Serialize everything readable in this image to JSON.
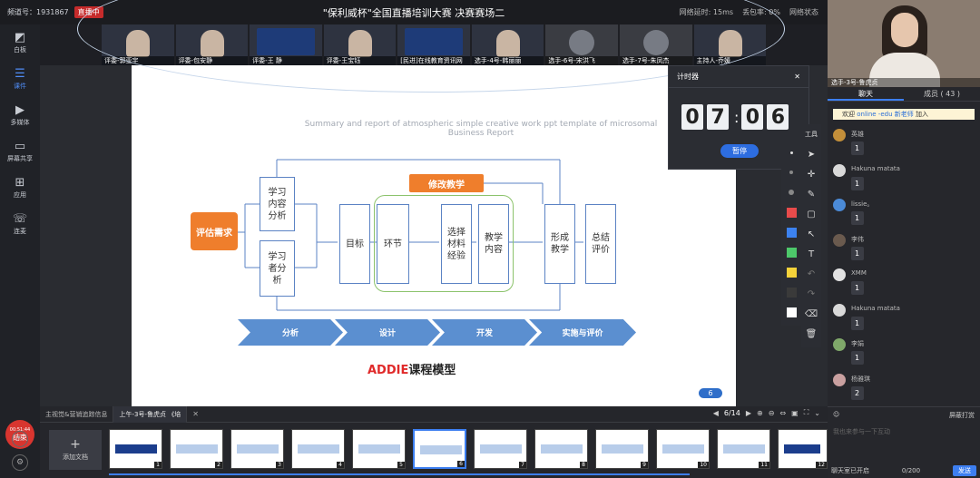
{
  "topbar": {
    "room_label": "频道号：1931867",
    "live_badge": "直播中",
    "title": "\"保利威杯\"全国直播培训大赛 决赛赛场二",
    "latency": "网络延时: 15ms",
    "packet_loss": "丢包率: 0%",
    "network_status": "网络状态"
  },
  "sidebar": {
    "items": [
      {
        "label": "白板",
        "icon": "whiteboard-icon"
      },
      {
        "label": "课件",
        "icon": "courseware-icon"
      },
      {
        "label": "多媒体",
        "icon": "media-icon"
      },
      {
        "label": "屏幕共享",
        "icon": "screen-share-icon"
      },
      {
        "label": "应用",
        "icon": "apps-icon"
      },
      {
        "label": "连麦",
        "icon": "phone-icon"
      }
    ],
    "timer_time": "00:51:44",
    "timer_end": "结束"
  },
  "videos": [
    {
      "name": "评委-郭亚宇",
      "kind": "person"
    },
    {
      "name": "评委-包安静",
      "kind": "person"
    },
    {
      "name": "评委-王 静",
      "kind": "screen"
    },
    {
      "name": "评委-王宝钰",
      "kind": "person"
    },
    {
      "name": "[民进]在线教育资讯网",
      "kind": "screen"
    },
    {
      "name": "选手-4号-韩丽丽",
      "kind": "person"
    },
    {
      "name": "选手-6号-宋洪飞",
      "kind": "avatar"
    },
    {
      "name": "选手-7号-朱凤杰",
      "kind": "avatar"
    },
    {
      "name": "主持人-乔媛",
      "kind": "person"
    }
  ],
  "slide": {
    "subtitle": "Summary and report of atmospheric simple creative work ppt template of microsomal Business Report",
    "assess_needs": "评估需求",
    "revise_teaching": "修改教学",
    "learn_content": "学习内容分析",
    "learner": "学习者分析",
    "goal": "目标",
    "link": "环节",
    "materials": "选择材料经验",
    "content": "教学内容",
    "form": "形成教学",
    "summary": "总结评价",
    "phases": [
      "分析",
      "设计",
      "开发",
      "实施与评价"
    ],
    "model_red": "ADDIE",
    "model_black": "课程模型",
    "page_badge": "6"
  },
  "timer_panel": {
    "title": "计时器",
    "digits": [
      "0",
      "7",
      "0",
      "6"
    ],
    "pause_label": "暂停"
  },
  "toolbar": {
    "tools_label": "工具",
    "colors": [
      "#e84b4b",
      "#3c82f0",
      "#4dc86a",
      "#f5d23a",
      "#3a3a3a",
      "#ffffff"
    ]
  },
  "thumbbar": {
    "tabs": [
      "主视觉&营销追踪信息",
      "上午-3号-鲁虎贞 《培"
    ],
    "page_indicator": "6/14",
    "add_label": "添加文档",
    "thumbs": [
      {
        "num": "1",
        "dark": true
      },
      {
        "num": "2",
        "dark": false
      },
      {
        "num": "3",
        "dark": false
      },
      {
        "num": "4",
        "dark": false
      },
      {
        "num": "5",
        "dark": false
      },
      {
        "num": "6",
        "dark": false,
        "selected": true
      },
      {
        "num": "7",
        "dark": false
      },
      {
        "num": "8",
        "dark": false
      },
      {
        "num": "9",
        "dark": false
      },
      {
        "num": "10",
        "dark": false
      },
      {
        "num": "11",
        "dark": false
      },
      {
        "num": "12",
        "dark": true
      }
    ]
  },
  "right": {
    "selfcam_name": "选手-3号-鲁虎贞",
    "tab_chat": "聊天",
    "tab_members": "成员 ( 43 )",
    "notice_pre": "欢迎",
    "notice_name": "online -edu 新老师",
    "notice_post": "加入",
    "messages": [
      {
        "user": "英雄",
        "text": "1"
      },
      {
        "user": "Hakuna matata",
        "text": "1"
      },
      {
        "user": "lissie。",
        "text": "1"
      },
      {
        "user": "李伟",
        "text": "1"
      },
      {
        "user": "XMM",
        "text": "1"
      },
      {
        "user": "Hakuna matata",
        "text": "1"
      },
      {
        "user": "李娟",
        "text": "1"
      },
      {
        "user": "杨雅琪",
        "text": "2"
      }
    ],
    "mute_label": "屏蔽打赏",
    "input_placeholder": "我也来参与一下互动",
    "chat_toggle": "聊天室已开启",
    "char_count": "0/200",
    "send_label": "发送"
  }
}
